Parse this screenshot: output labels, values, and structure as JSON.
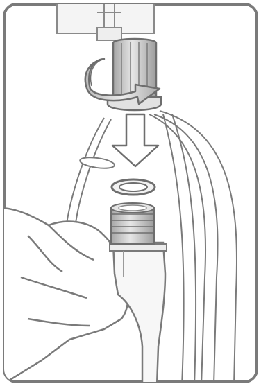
{
  "illustration": {
    "kind": "instruction-diagram",
    "step": "attach-hose-to-tap",
    "colors": {
      "outline": "#6e6e6e",
      "frame": "#7a7a7a",
      "background": "#ffffff",
      "panel": "#f0f0f0",
      "metal_light": "#d9d9d9",
      "metal_dark": "#9a9a9a",
      "arrow_fill": "#bdbdbd"
    },
    "icons": [
      "rotate-arrow-icon",
      "down-arrow-icon",
      "sealing-washer",
      "hand",
      "tap"
    ]
  }
}
